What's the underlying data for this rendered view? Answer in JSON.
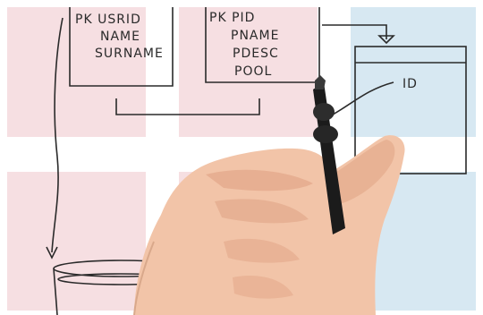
{
  "colors": {
    "tile_pink": "#f6dfe2",
    "tile_blue": "#d7e8f2",
    "ink": "#2a2a2a",
    "skin": "#f2c4a8",
    "skin_shadow": "#dfa283",
    "marker": "#1b1b1b"
  },
  "diagram": {
    "table_users": {
      "lines": [
        "PK USRID",
        "NAME",
        "SURNAME"
      ]
    },
    "table_products": {
      "lines": [
        "PK PID",
        "PNAME",
        "PDESC",
        "POOL"
      ]
    },
    "table_right": {
      "lines": [
        "ID"
      ]
    }
  },
  "icons": {
    "marker": "marker-pen",
    "hand": "writing-hand",
    "cylinder": "database-cylinder"
  }
}
